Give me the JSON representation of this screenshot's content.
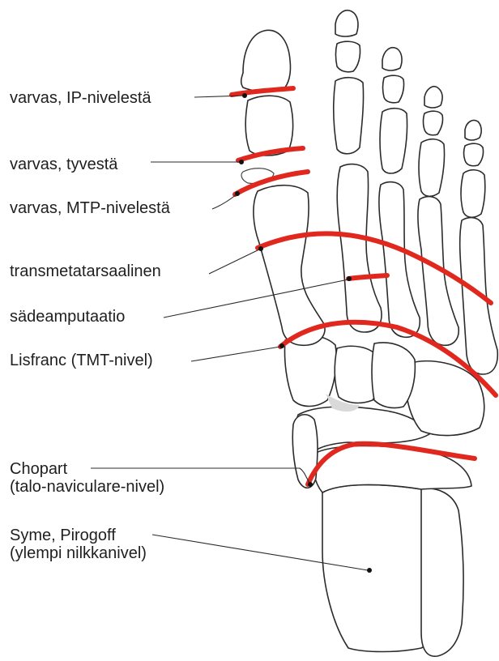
{
  "colors": {
    "cut_line": "#e0281e",
    "bone_outline": "#2b2b2b",
    "text": "#1f1f1f"
  },
  "labels": {
    "ip_joint": "varvas, IP-nivelestä",
    "toe_base": "varvas, tyvestä",
    "mtp_joint": "varvas, MTP-nivelestä",
    "transmetatarsal": "transmetatarsaalinen",
    "ray_amputation": "sädeamputaatio",
    "lisfranc": "Lisfranc (TMT-nivel)",
    "chopart_line1": "Chopart",
    "chopart_line2": "(talo-naviculare-nivel)",
    "syme_line1": "Syme, Pirogoff",
    "syme_line2": "(ylempi nilkkanivel)"
  }
}
